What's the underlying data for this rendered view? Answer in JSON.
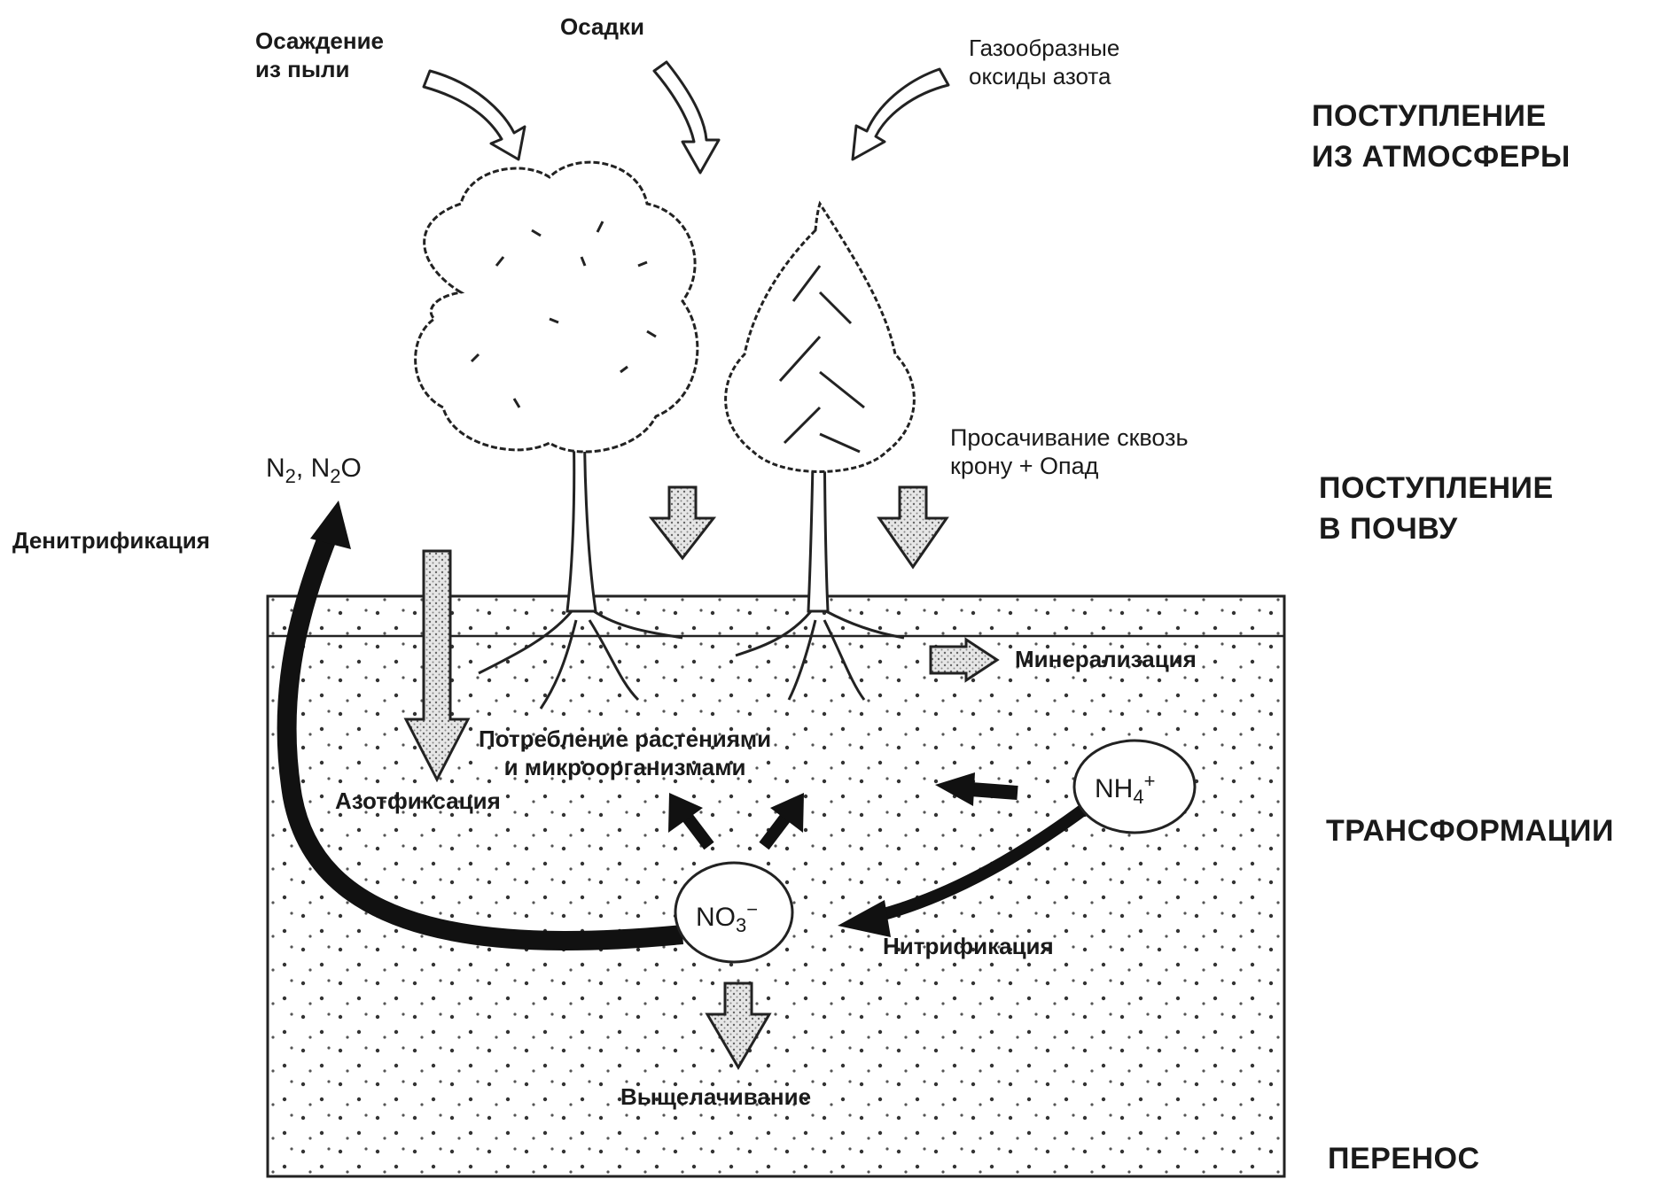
{
  "atmosphere_inputs": {
    "dust": "Осаждение\nиз пыли",
    "precipitation": "Осадки",
    "gaseous": "Газообразные\nоксиды азота"
  },
  "soil_inputs": {
    "throughfall": "Просачивание сквозь\nкрону + Опад"
  },
  "gases": {
    "n2": "N",
    "n2_sub": "2",
    "sep": ", ",
    "n2o": "N",
    "n2o_sub": "2",
    "n2o_tail": "O"
  },
  "processes": {
    "denitrification": "Денитрификация",
    "mineralization": "Минерализация",
    "uptake": "Потребление растениями\nи микроорганизмами",
    "fixation": "Азотфиксация",
    "nitrification": "Нитрификация",
    "leaching": "Выщелачивание"
  },
  "ions": {
    "ammonium": "NH",
    "ammonium_sub": "4",
    "ammonium_sup": "+",
    "nitrate": "NO",
    "nitrate_sub": "3",
    "nitrate_sup": "−"
  },
  "stages": {
    "atmosphere": "ПОСТУПЛЕНИЕ\nИЗ АТМОСФЕРЫ",
    "soil_input": "ПОСТУПЛЕНИЕ\nВ ПОЧВУ",
    "transformations": "ТРАНСФОРМАЦИИ",
    "transfer": "ПЕРЕНОС"
  }
}
